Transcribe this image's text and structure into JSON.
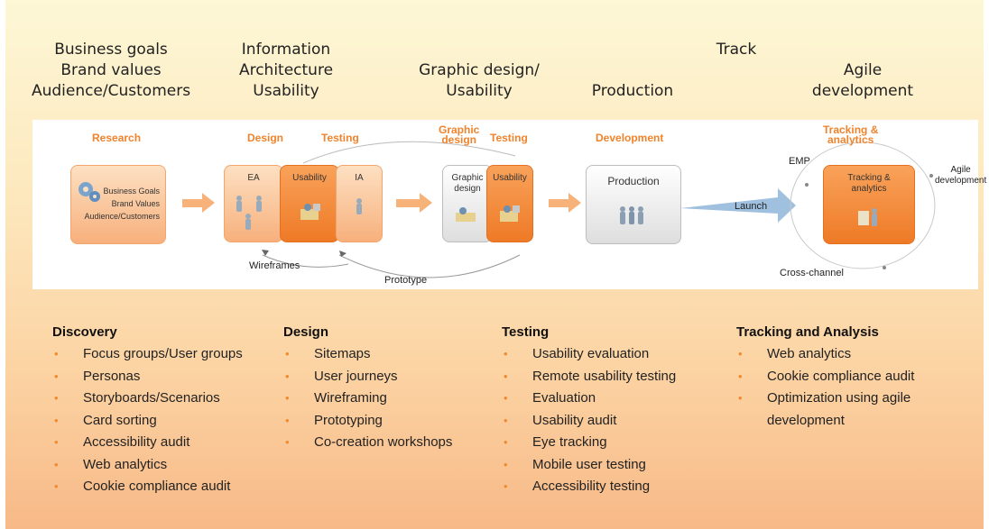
{
  "phases": [
    {
      "lines": [
        "Business goals",
        "Brand values",
        "Audience/Customers"
      ]
    },
    {
      "lines": [
        "Information",
        "Architecture",
        "Usability"
      ]
    },
    {
      "lines": [
        "Graphic design/",
        "Usability"
      ]
    },
    {
      "lines": [
        "Production"
      ]
    },
    {
      "lines": [
        "Track"
      ]
    },
    {
      "lines": [
        "Agile",
        "development"
      ]
    }
  ],
  "stages": {
    "research": "Research",
    "design": "Design",
    "testing1": "Testing",
    "graphic_design": [
      "Graphic",
      "design"
    ],
    "testing2": "Testing",
    "development": "Development",
    "tracking": [
      "Tracking &",
      "analytics"
    ]
  },
  "boxes": {
    "research": [
      "Business Goals",
      "Brand Values",
      "Audience/Customers"
    ],
    "ea": "EA",
    "usability1": "Usability",
    "ia": "IA",
    "graphic_design": [
      "Graphic",
      "design"
    ],
    "usability2": "Usability",
    "production": "Production",
    "tracking": [
      "Tracking &",
      "analytics"
    ]
  },
  "flow": {
    "wireframes": "Wireframes",
    "prototype": "Prototype",
    "launch": "Launch",
    "emp": "EMP",
    "agile": [
      "Agile",
      "development"
    ],
    "cross_channel": "Cross-channel"
  },
  "columns": [
    {
      "heading": "Discovery",
      "items": [
        "Focus groups/User groups",
        "Personas",
        "Storyboards/Scenarios",
        "Card sorting",
        "Accessibility audit",
        "Web analytics",
        "Cookie compliance audit"
      ]
    },
    {
      "heading": "Design",
      "items": [
        "Sitemaps",
        "User journeys",
        "Wireframing",
        "Prototyping",
        "Co-creation workshops"
      ]
    },
    {
      "heading": "Testing",
      "items": [
        "Usability evaluation",
        "Remote usability testing",
        "Evaluation",
        "Usability audit",
        "Eye tracking",
        "Mobile user testing",
        "Accessibility testing"
      ]
    },
    {
      "heading": "Tracking and Analysis",
      "items": [
        "Web analytics",
        "Cookie compliance audit",
        "Optimization using agile development"
      ]
    }
  ],
  "colors": {
    "accent": "#f0832c",
    "bullet": "#f08a2e"
  }
}
